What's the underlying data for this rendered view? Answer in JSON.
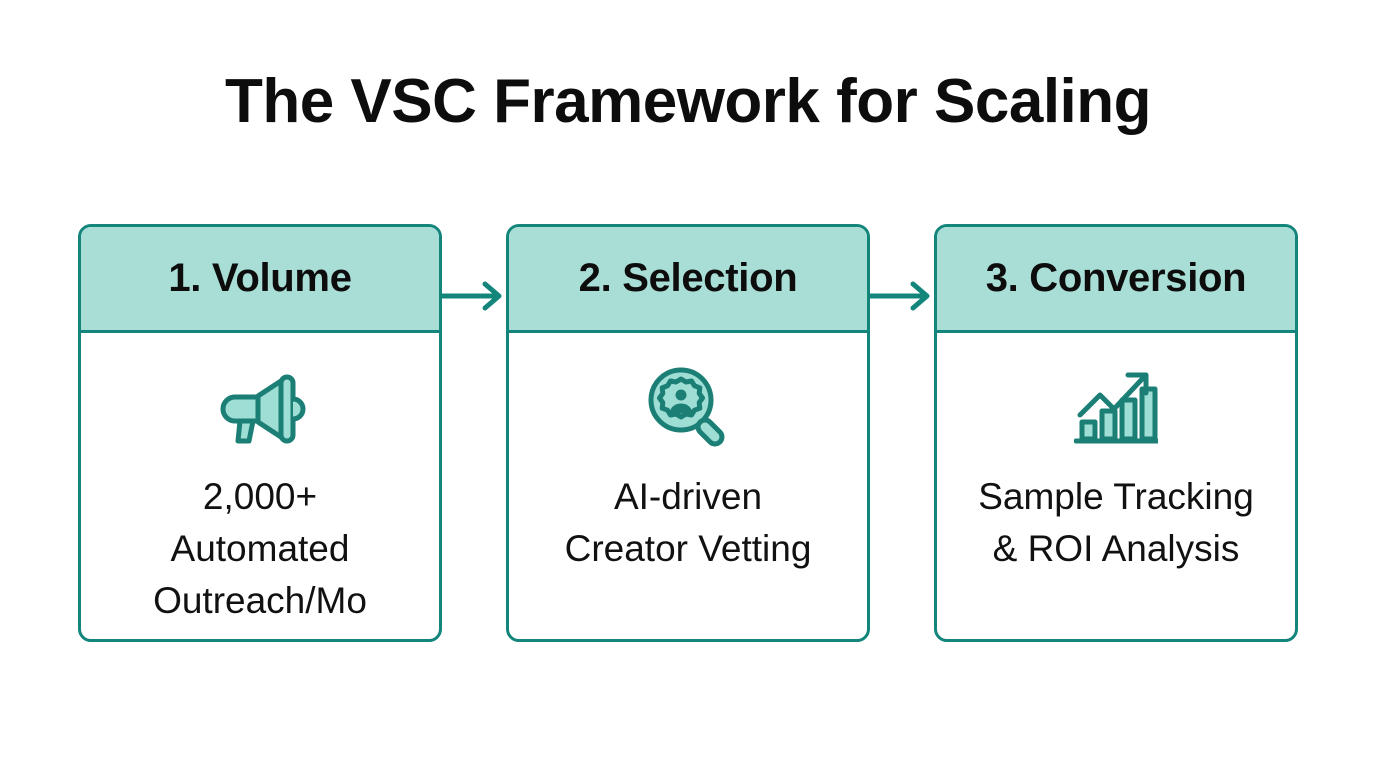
{
  "page": {
    "title": "The VSC Framework for Scaling",
    "background_color": "#ffffff"
  },
  "theme": {
    "border_teal": "#14857b",
    "header_mint": "#a8ded6",
    "icon_outline": "#1b7f76",
    "icon_fill": "#9eded4",
    "text_black": "#0d0d0d",
    "body_text": "#111111"
  },
  "flow": {
    "steps": [
      {
        "header": "1. Volume",
        "icon": "megaphone-icon",
        "text_lines": [
          "2,000+",
          "Automated",
          "Outreach/Mo"
        ]
      },
      {
        "header": "2. Selection",
        "icon": "magnifier-person-gear-icon",
        "text_lines": [
          "AI-driven",
          "Creator Vetting"
        ]
      },
      {
        "header": "3. Conversion",
        "icon": "growth-chart-arrow-icon",
        "text_lines": [
          "Sample Tracking",
          "& ROI Analysis"
        ]
      }
    ],
    "connectors": [
      {
        "name": "arrow-right-icon"
      },
      {
        "name": "arrow-right-icon"
      }
    ]
  }
}
